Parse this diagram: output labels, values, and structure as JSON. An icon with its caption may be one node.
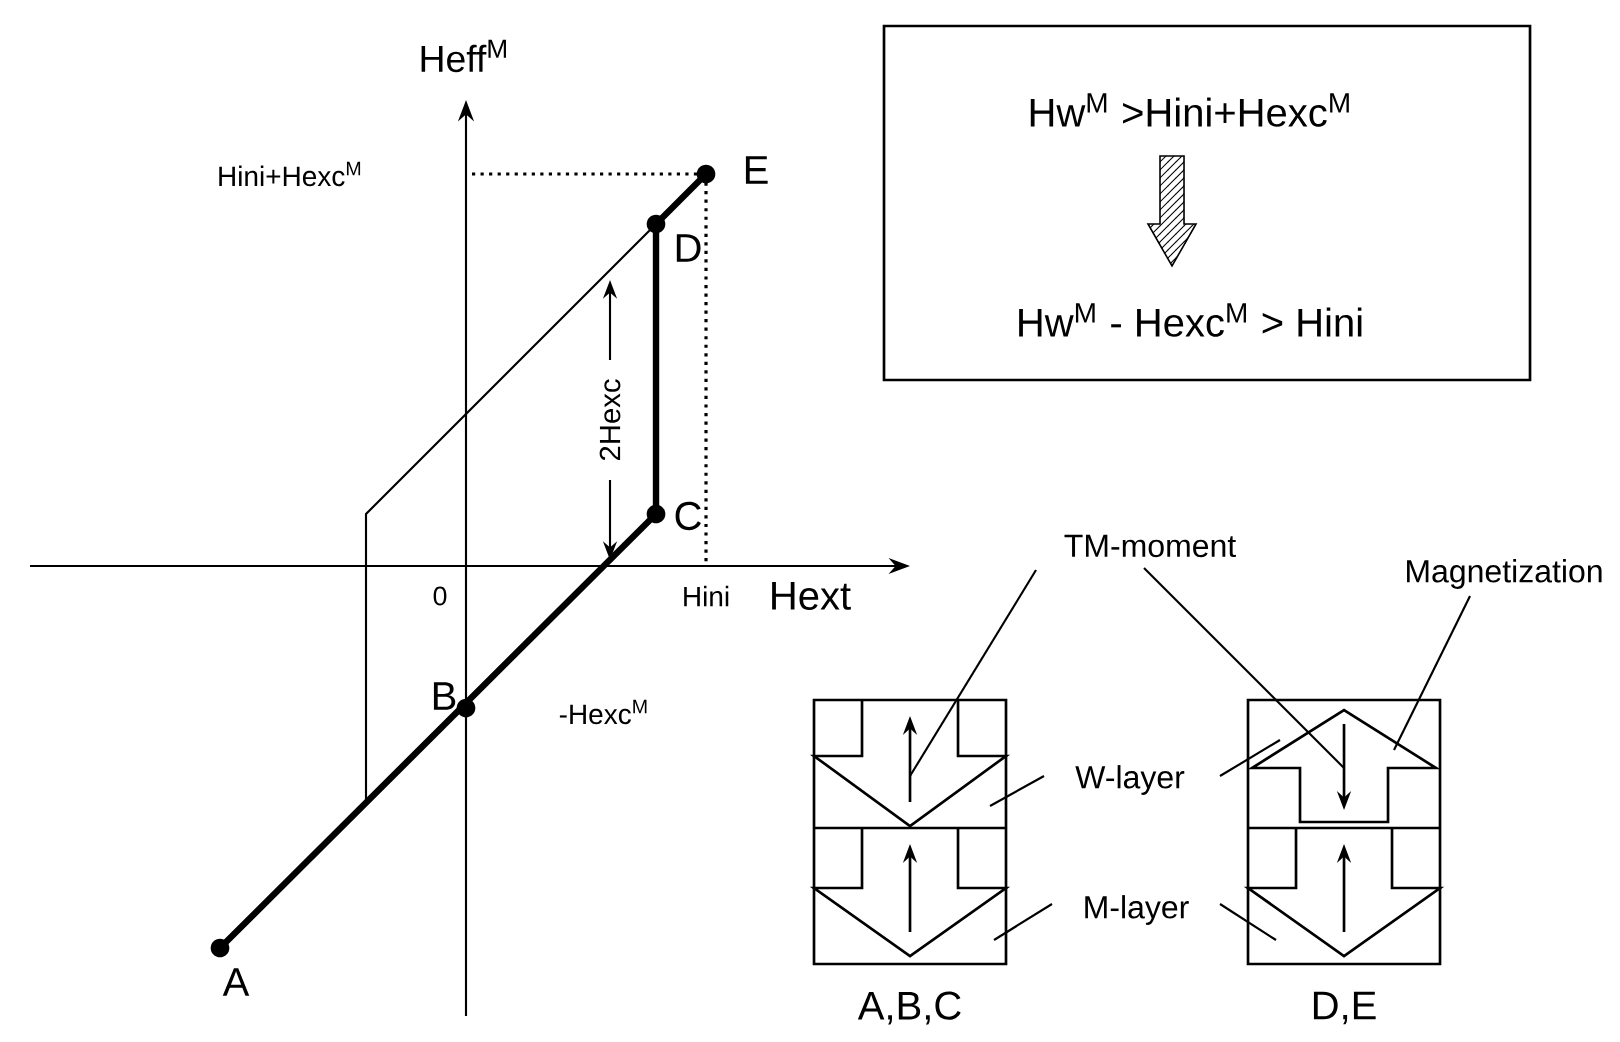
{
  "diagram": {
    "nodes": [
      {
        "text": [
          "Hw$^{M}$ >Hini+Hexc$^{M}$",
          "Hw$^{M}$ - Hexc$^{M}$ > Hini"
        ]
      },
      {
        "text": [],
        "shape": "picture",
        "beside": [
          "A,B,C"
        ]
      },
      {
        "text": [],
        "shape": "picture",
        "beside": [
          "D,E"
        ]
      },
      {
        "text": [
          "TM-moment"
        ]
      },
      {
        "text": [
          "W-layer"
        ]
      },
      {
        "text": [
          "M-layer"
        ]
      },
      {
        "text": [
          "Magnetization"
        ]
      }
    ],
    "edges": [
      {
        "from": 3,
        "to": 1,
        "arrow": "none"
      },
      {
        "from": 3,
        "to": 2,
        "arrow": "none"
      },
      {
        "from": 4,
        "to": 1,
        "arrow": "none"
      },
      {
        "from": 4,
        "to": 2,
        "arrow": "none"
      },
      {
        "from": 5,
        "to": 1,
        "arrow": "none"
      },
      {
        "from": 5,
        "to": 2,
        "arrow": "none"
      },
      {
        "from": 6,
        "to": 2,
        "arrow": "none"
      }
    ],
    "labels": [
      "Heff$^{M}$",
      "Hini+Hexc$^{M}$",
      "E",
      "D",
      "2Hexc",
      "C",
      "0",
      "Hini",
      "Hext",
      "B",
      "-Hexc$^{M}$",
      "A"
    ]
  }
}
